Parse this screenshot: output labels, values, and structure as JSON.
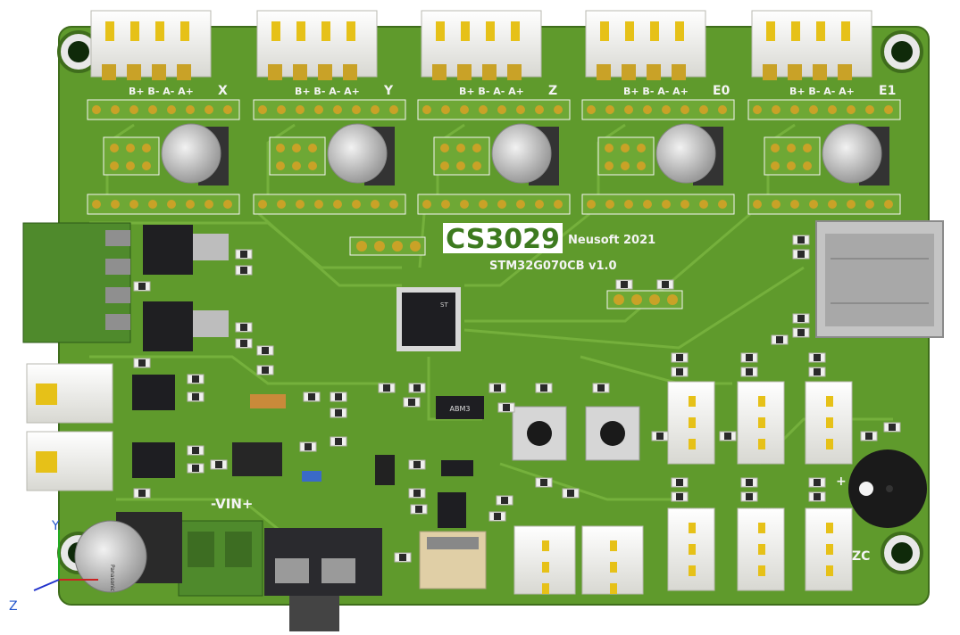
{
  "board": {
    "title": "CS3029",
    "vendor": "Neusoft 2021",
    "chip_label": "STM32G070CB v1.0",
    "power_label": "-VIN+",
    "plus_mark": "+",
    "zc_label": "ZC",
    "crystal_label": "ABM3",
    "cap_brand": "Panasonic"
  },
  "motors": [
    {
      "pins": "B+ B- A- A+",
      "axis": "X"
    },
    {
      "pins": "B+ B- A- A+",
      "axis": "Y"
    },
    {
      "pins": "B+ B- A- A+",
      "axis": "Z"
    },
    {
      "pins": "B+ B- A- A+",
      "axis": "E0"
    },
    {
      "pins": "B+ B- A- A+",
      "axis": "E1"
    }
  ],
  "axes_gizmo": {
    "y": "Y",
    "z": "Z"
  },
  "colors": {
    "pcb": "#5f9a2c",
    "pcb_light": "#6ea835",
    "trace": "#79b53f",
    "silkscreen": "#f4f4f4",
    "pad": "#c9a227",
    "connector": "#f2f2ef",
    "terminal_green": "#4f8a2c"
  }
}
